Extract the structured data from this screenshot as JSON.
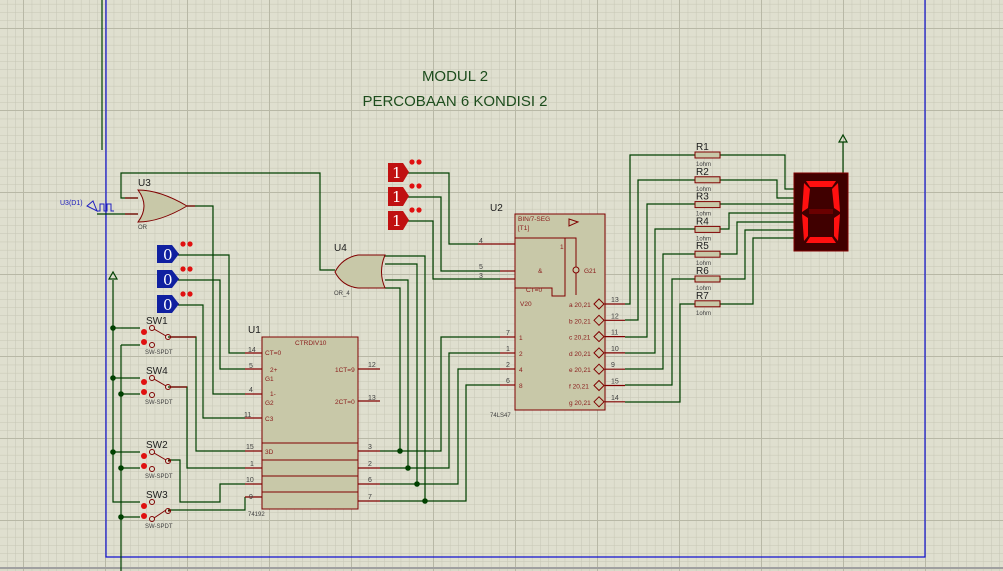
{
  "title": {
    "line1": "MODUL 2",
    "line2": "PERCOBAAN 6 KONDISI 2"
  },
  "colors": {
    "background": "#dfdfcf",
    "wire": "#004000",
    "pin": "#800000",
    "body": "#c8c8a8",
    "border": "#1010d0",
    "logic_low": "#1020a0",
    "logic_high": "#c01010",
    "segment_on": "#ff1010",
    "display_bg": "#400000"
  },
  "clock": {
    "label": "U3(D1)"
  },
  "u3": {
    "ref": "U3",
    "value": "OR"
  },
  "u4": {
    "ref": "U4",
    "value": "OR_4"
  },
  "logic_low_states": [
    "0",
    "0",
    "0"
  ],
  "logic_high_states": [
    "1",
    "1",
    "1"
  ],
  "switches": [
    {
      "ref": "SW1",
      "value": "SW-SPDT"
    },
    {
      "ref": "SW4",
      "value": "SW-SPDT"
    },
    {
      "ref": "SW2",
      "value": "SW-SPDT"
    },
    {
      "ref": "SW3",
      "value": "SW-SPDT"
    }
  ],
  "u1": {
    "ref": "U1",
    "value": "74192",
    "header": "CTRDIV10",
    "left_pins": [
      {
        "num": "14",
        "name": "CT=0"
      },
      {
        "num": "5",
        "name": "2+"
      },
      {
        "name": "G1"
      },
      {
        "num": "4",
        "name": "1-"
      },
      {
        "name": "G2"
      },
      {
        "num": "11",
        "name": "C3"
      },
      {
        "num": "15",
        "name": "3D"
      },
      {
        "num": "1"
      },
      {
        "num": "10"
      },
      {
        "num": "9"
      }
    ],
    "right_pins": [
      {
        "num": "12",
        "name": "1CT=9"
      },
      {
        "num": "13",
        "name": "2CT=0"
      },
      {
        "num": "3"
      },
      {
        "num": "2"
      },
      {
        "num": "6"
      },
      {
        "num": "7"
      }
    ]
  },
  "u2": {
    "ref": "U2",
    "value": "74LS47",
    "header": "BIN/7-SEG",
    "sub": "[T1]",
    "inner": {
      "one": "1",
      "and": "&",
      "g21": "G21",
      "ct": "CT=0",
      "v20": "V20"
    },
    "control_pins": [
      "4",
      "5",
      "3"
    ],
    "inputs": [
      {
        "num": "7",
        "name": "1"
      },
      {
        "num": "1",
        "name": "2"
      },
      {
        "num": "2",
        "name": "4"
      },
      {
        "num": "6",
        "name": "8"
      }
    ],
    "outputs": [
      {
        "num": "13",
        "name": "a 20,21"
      },
      {
        "num": "12",
        "name": "b 20,21"
      },
      {
        "num": "11",
        "name": "c 20,21"
      },
      {
        "num": "10",
        "name": "d 20,21"
      },
      {
        "num": "9",
        "name": "e 20,21"
      },
      {
        "num": "15",
        "name": "f 20,21"
      },
      {
        "num": "14",
        "name": "g 20,21"
      }
    ]
  },
  "resistors": [
    {
      "ref": "R1",
      "value": "1ohm"
    },
    {
      "ref": "R2",
      "value": "1ohm"
    },
    {
      "ref": "R3",
      "value": "1ohm"
    },
    {
      "ref": "R4",
      "value": "1ohm"
    },
    {
      "ref": "R5",
      "value": "1ohm"
    },
    {
      "ref": "R6",
      "value": "1ohm"
    },
    {
      "ref": "R7",
      "value": "1ohm"
    }
  ],
  "display": {
    "digit": "0",
    "segments_on": [
      "a",
      "b",
      "c",
      "d",
      "e",
      "f"
    ]
  }
}
